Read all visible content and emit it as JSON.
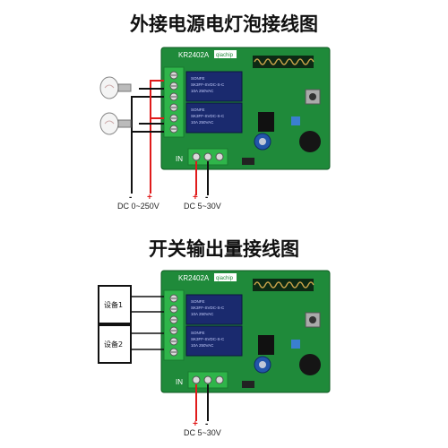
{
  "diagram1": {
    "title": "外接电源电灯泡接线图",
    "board_model": "KR2402A",
    "board_brand": "qiachip",
    "relay_text_line1": "SONFE",
    "relay_text_line2": "SK3FF-SVDC-S-C",
    "relay_text_line3": "10A 250VAC",
    "input_label": "IN",
    "power_label_load": "DC 0~250V",
    "power_label_supply": "DC 5~30V",
    "minus_sign": "-",
    "plus_sign": "+"
  },
  "diagram2": {
    "title": "开关输出量接线图",
    "board_model": "KR2402A",
    "board_brand": "qiachip",
    "relay_text_line1": "SONFE",
    "relay_text_line2": "SK3FF-SVDC-S-C",
    "relay_text_line3": "10A 250VAC",
    "input_label": "IN",
    "device1_label": "设备1",
    "device2_label": "设备2",
    "power_label_supply": "DC 5~30V",
    "minus_sign": "-",
    "plus_sign": "+"
  },
  "colors": {
    "pcb": "#1f8a3a",
    "terminal": "#2fb54a",
    "relay": "#1a2a6e",
    "wire_red": "#e01b1b",
    "wire_black": "#111111"
  }
}
